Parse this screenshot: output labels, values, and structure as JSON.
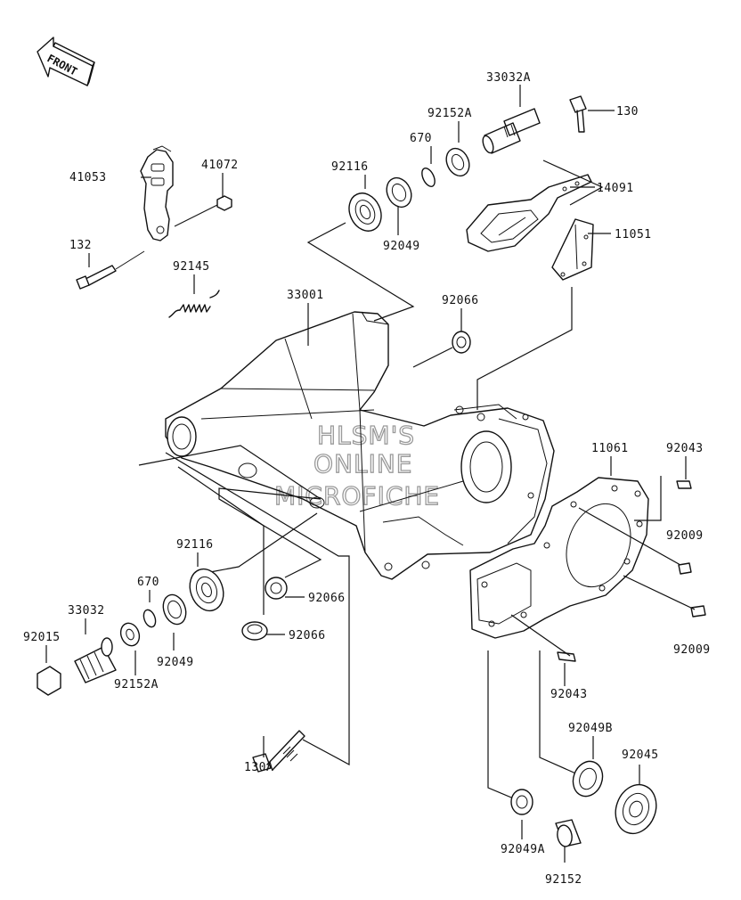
{
  "front_indicator": "FRONT",
  "watermark": [
    "HLSM'S",
    "ONLINE",
    "MICROFICHE"
  ],
  "labels": {
    "p33032A": "33032A",
    "p130_top": "130",
    "p92152A_top": "92152A",
    "p670_top": "670",
    "p92116_top": "92116",
    "p41072": "41072",
    "p41053": "41053",
    "p14091": "14091",
    "p11051": "11051",
    "p92049_top": "92049",
    "p132": "132",
    "p92145": "92145",
    "p33001": "33001",
    "p92066_top": "92066",
    "p11061": "11061",
    "p92043_right": "92043",
    "p92009_a": "92009",
    "p92009_b": "92009",
    "p92116_bot": "92116",
    "p670_bot": "670",
    "p33032": "33032",
    "p92015": "92015",
    "p92049_bot": "92049",
    "p92152A_bot": "92152A",
    "p92066_mid": "92066",
    "p92066_bot": "92066",
    "p92043_bot": "92043",
    "p130A": "130A",
    "p92049B": "92049B",
    "p92045": "92045",
    "p92049A": "92049A",
    "p92152": "92152"
  }
}
